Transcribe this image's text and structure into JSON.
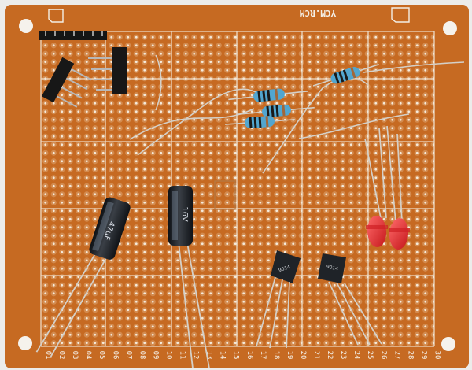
{
  "pcb": {
    "brand_mark": "YCM.RCM",
    "columns": [
      "01",
      "02",
      "03",
      "04",
      "05",
      "06",
      "07",
      "08",
      "09",
      "10",
      "11",
      "12",
      "13",
      "14",
      "15",
      "16",
      "17",
      "18",
      "19",
      "20",
      "21",
      "22",
      "23",
      "24",
      "25",
      "26",
      "27",
      "28",
      "29",
      "30"
    ]
  },
  "capacitors": [
    {
      "label": "47µF"
    },
    {
      "label": "16V"
    }
  ],
  "transistors": [
    {
      "label": "9014"
    },
    {
      "label": "9014"
    }
  ],
  "colors": {
    "board": "#c66a22",
    "board_dark": "#b65d1d",
    "silkscreen": "#f4efe6",
    "resistor": "#52a6cf",
    "led": "#e6262a",
    "capacitor": "#1f2328",
    "header": "#161616"
  }
}
